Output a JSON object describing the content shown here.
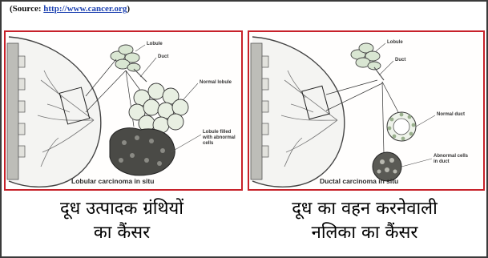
{
  "source": {
    "prefix": "(Source: ",
    "link": "http://www.cancer.org",
    "suffix": ")"
  },
  "panels": [
    {
      "labels": {
        "lobule": "Lobule",
        "duct": "Duct",
        "normal": "Normal lobule",
        "abnormal_1": "Lobule filled",
        "abnormal_2": "with abnormal",
        "abnormal_3": "cells"
      },
      "title": "Lobular carcinoma in situ",
      "caption_line1": "दूध उत्पादक ग्रंथियों",
      "caption_line2": "का कैंसर"
    },
    {
      "labels": {
        "lobule": "Lobule",
        "duct": "Duct",
        "normal": "Normal duct",
        "abnormal_1": "Abnormal cells",
        "abnormal_2": "in duct"
      },
      "title": "Ductal carcinoma in situ",
      "caption_line1": "दूध का वहन करनेवाली",
      "caption_line2": "नलिका का कैंसर"
    }
  ],
  "colors": {
    "frame": "#3a3a3a",
    "panel_border": "#c7212a",
    "link": "#1a3fb0"
  }
}
